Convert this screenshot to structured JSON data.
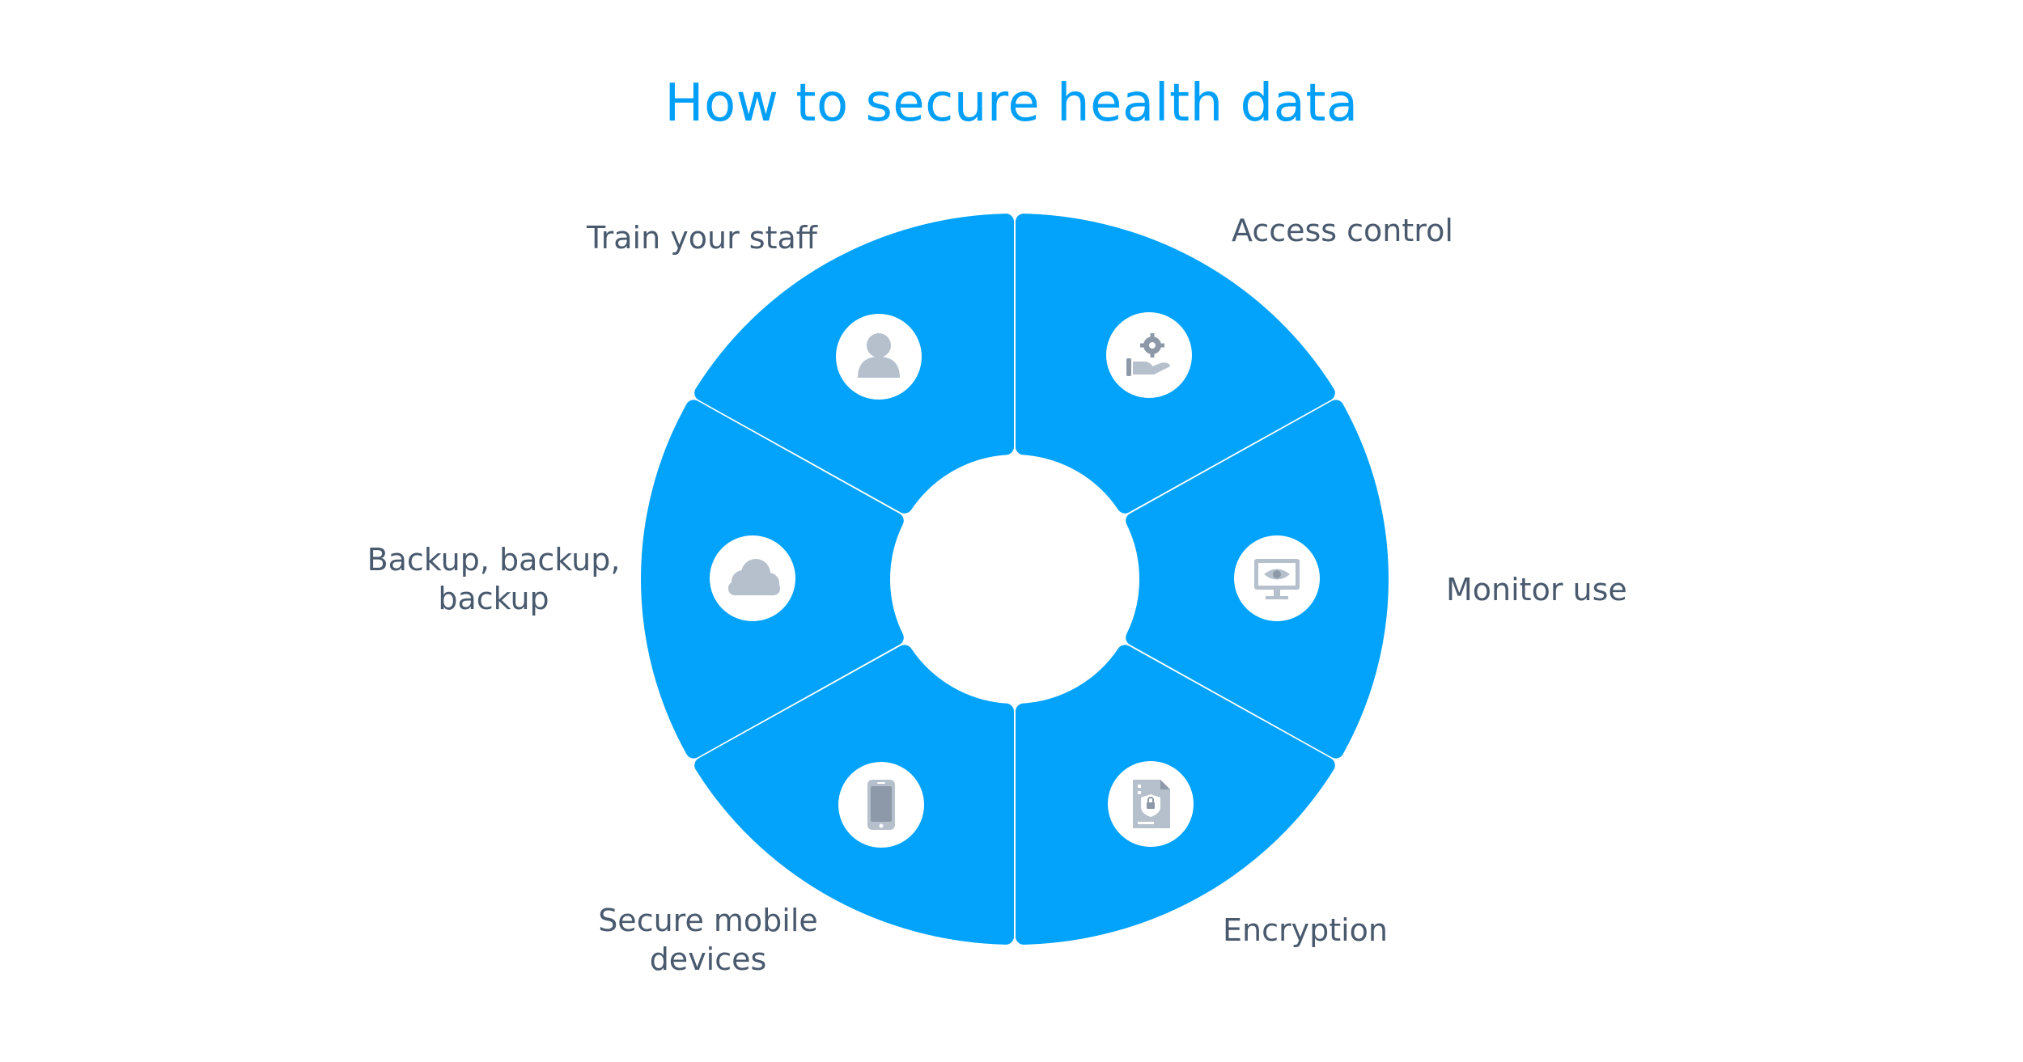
{
  "title": "How to secure health data",
  "colors": {
    "title": "#049ff7",
    "segment": "#03a3fb",
    "label": "#4a5a6e",
    "icon_circle": "#ffffff",
    "icon_glyph": "#b6c0cc",
    "background": "#ffffff"
  },
  "segments": [
    {
      "id": "access",
      "label": "Access control",
      "icon": "hand-gear-icon"
    },
    {
      "id": "monitor",
      "label": "Monitor use",
      "icon": "monitor-eye-icon"
    },
    {
      "id": "encryption",
      "label": "Encryption",
      "icon": "encrypted-file-icon"
    },
    {
      "id": "mobile",
      "label_lines": [
        "Secure mobile",
        "devices"
      ],
      "icon": "mobile-phone-icon"
    },
    {
      "id": "backup",
      "label_lines": [
        "Backup, backup,",
        "backup"
      ],
      "icon": "cloud-icon"
    },
    {
      "id": "train",
      "label": "Train your staff",
      "icon": "person-icon"
    }
  ]
}
